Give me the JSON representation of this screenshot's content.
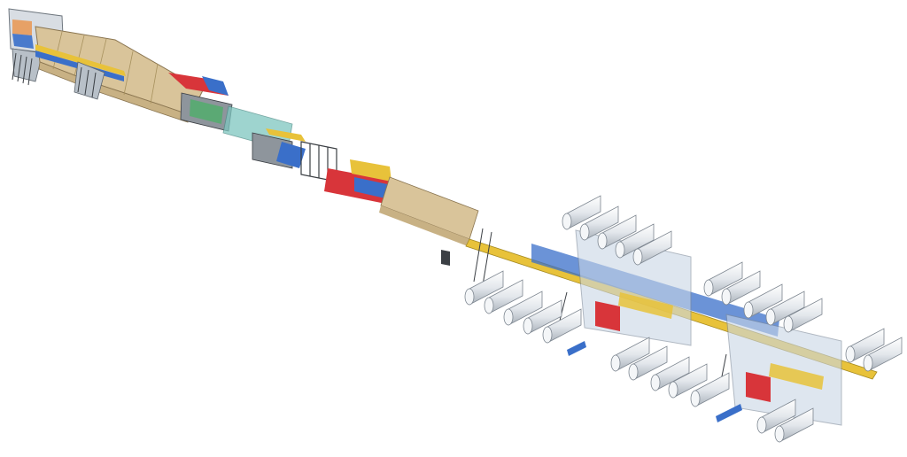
{
  "figure": {
    "description_visible_text": [],
    "palette": {
      "beige": "#d9c49a",
      "tan": "#c8b184",
      "yellow": "#e8c23a",
      "blue": "#3a6fc9",
      "red": "#d8353a",
      "teal": "#7ec6bf",
      "green": "#4fae6a",
      "grey": "#8e959c",
      "steel": "#b8c0c8",
      "cylinder": "#e8ecf0",
      "glass": "#c9d6e6",
      "dark": "#3b3f44"
    },
    "stations": [
      {
        "id": "infeed",
        "label": ""
      },
      {
        "id": "forming",
        "label": ""
      },
      {
        "id": "press",
        "label": ""
      },
      {
        "id": "cutting",
        "label": ""
      },
      {
        "id": "cooling",
        "label": ""
      },
      {
        "id": "sanding-1",
        "label": ""
      },
      {
        "id": "sanding-2",
        "label": ""
      }
    ]
  }
}
